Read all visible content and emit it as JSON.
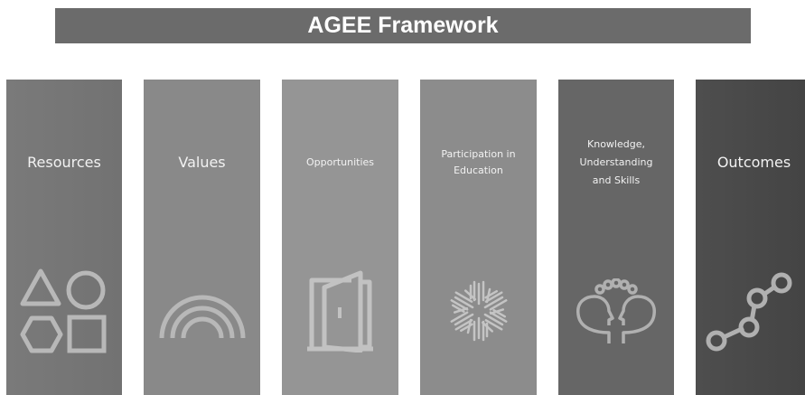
{
  "title": "AGEE Framework",
  "columns": [
    {
      "label": "Resources",
      "icon": "shapes-icon",
      "color": "#787878"
    },
    {
      "label": "Values",
      "icon": "rainbow-icon",
      "color": "#8a8a8a"
    },
    {
      "label": "Opportunities",
      "icon": "door-icon",
      "color": "#959595"
    },
    {
      "label": "Participation in Education",
      "icon": "hands-circle-icon",
      "color": "#8c8c8c"
    },
    {
      "label": "Knowledge, Understanding and Skills",
      "icon": "heads-thinking-icon",
      "color": "#666666"
    },
    {
      "label": "Outcomes",
      "icon": "connected-nodes-icon",
      "color": "#4a4a4a"
    }
  ]
}
